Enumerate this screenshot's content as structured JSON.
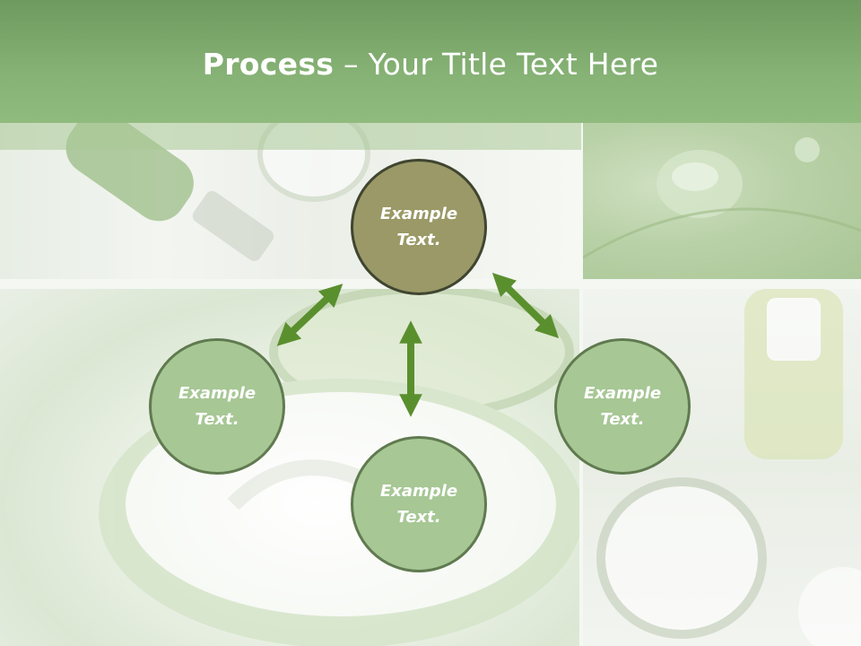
{
  "slide": {
    "title_bold": "Process",
    "title_rest": " – Your Title Text Here"
  },
  "nodes": {
    "top": {
      "line1": "Example",
      "line2": "Text."
    },
    "left": {
      "line1": "Example",
      "line2": "Text."
    },
    "center": {
      "line1": "Example",
      "line2": "Text."
    },
    "right": {
      "line1": "Example",
      "line2": "Text."
    }
  },
  "colors": {
    "header": "#86b275",
    "node_fill": "#a7c795",
    "node_accent_fill": "#9a9967",
    "arrow": "#5a8f2e"
  }
}
